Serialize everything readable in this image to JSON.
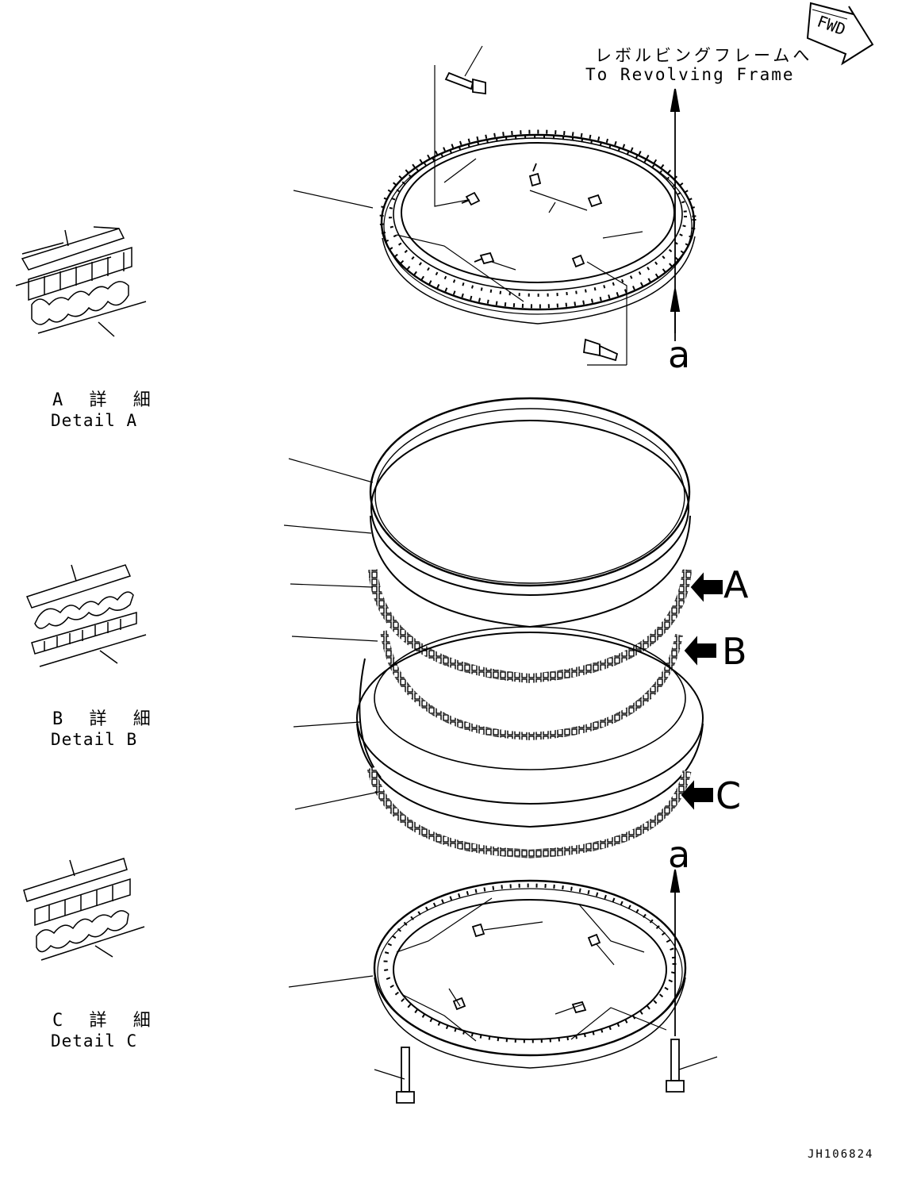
{
  "drawing": {
    "direction_jp": "レボルビングフレームへ",
    "direction_en": "To Revolving Frame",
    "fwd_label": "FWD",
    "drawing_code": "JH106824",
    "section_mark_top": "a",
    "section_mark_bottom": "a"
  },
  "details": [
    {
      "key": "A",
      "jp": "A 詳 細",
      "en": "Detail A"
    },
    {
      "key": "B",
      "jp": "B 詳 細",
      "en": "Detail B"
    },
    {
      "key": "C",
      "jp": "C 詳 細",
      "en": "Detail C"
    }
  ],
  "callouts": {
    "a": "A",
    "b": "B",
    "c": "C"
  },
  "colors": {
    "ink": "#000000",
    "paper": "#ffffff"
  }
}
